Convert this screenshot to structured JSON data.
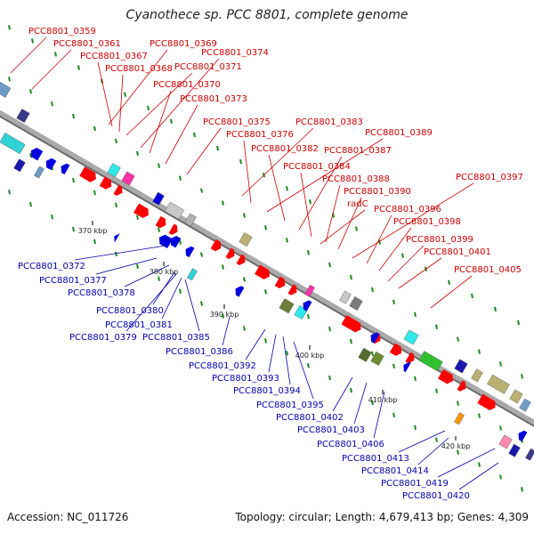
{
  "header": {
    "title": "Cyanothece sp. PCC 8801, complete genome"
  },
  "footer": {
    "accession": "Accession: NC_011726",
    "summary": "Topology: circular; Length: 4,679,413 bp; Genes: 4,309"
  },
  "colors": {
    "forward_label": "#cc0000",
    "reverse_label": "#0000aa",
    "backbone": "#aaaaaa",
    "tick_mark": "#1a8a1a"
  },
  "scale_ticks": [
    "370 kbp",
    "380 kbp",
    "390 kbp",
    "400 kbp",
    "410 kbp",
    "420 kbp"
  ],
  "forward_genes": [
    "PCC8801_0359",
    "PCC8801_0361",
    "PCC8801_0369",
    "PCC8801_0367",
    "PCC8801_0368",
    "PCC8801_0371",
    "PCC8801_0374",
    "PCC8801_0370",
    "PCC8801_0373",
    "PCC8801_0375",
    "PCC8801_0383",
    "PCC8801_0376",
    "PCC8801_0389",
    "PCC8801_0382",
    "PCC8801_0387",
    "PCC8801_0384",
    "PCC8801_0388",
    "PCC8801_0397",
    "PCC8801_0390",
    "radC",
    "PCC8801_0396",
    "PCC8801_0398",
    "PCC8801_0399",
    "PCC8801_0401",
    "PCC8801_0405"
  ],
  "reverse_genes": [
    "PCC8801_0372",
    "PCC8801_0377",
    "PCC8801_0378",
    "PCC8801_0380",
    "PCC8801_0381",
    "PCC8801_0379",
    "PCC8801_0385",
    "PCC8801_0386",
    "PCC8801_0392",
    "PCC8801_0393",
    "PCC8801_0394",
    "PCC8801_0395",
    "PCC8801_0402",
    "PCC8801_0403",
    "PCC8801_0406",
    "PCC8801_0413",
    "PCC8801_0414",
    "PCC8801_0419",
    "PCC8801_0420"
  ]
}
